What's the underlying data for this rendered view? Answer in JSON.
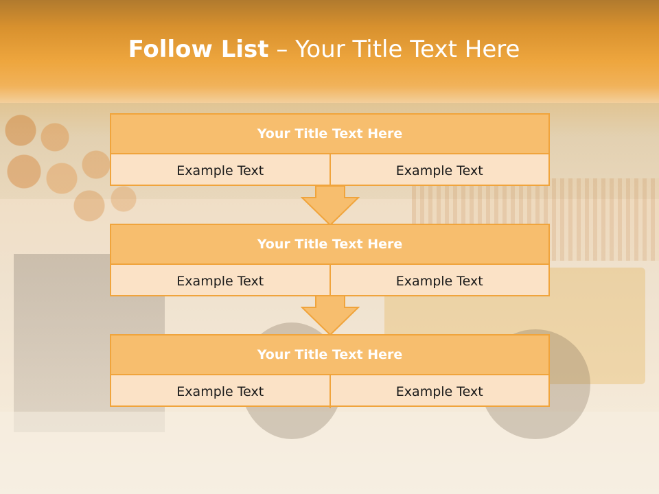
{
  "title": {
    "bold": "Follow List",
    "rest": " – Your Title Text Here"
  },
  "steps": [
    {
      "title": "Your Title Text Here",
      "cells": [
        "Example Text",
        "Example Text"
      ]
    },
    {
      "title": "Your Title Text Here",
      "cells": [
        "Example Text",
        "Example Text"
      ]
    },
    {
      "title": "Your Title Text Here",
      "cells": [
        "Example Text",
        "Example Text"
      ]
    }
  ],
  "colors": {
    "accent": "#f0a43c",
    "header_fill": "#f7be6e",
    "cell_fill": "#fbe2c6",
    "title_bar": "#eea63e"
  },
  "icons": [
    "down-arrow-icon",
    "down-arrow-icon"
  ]
}
